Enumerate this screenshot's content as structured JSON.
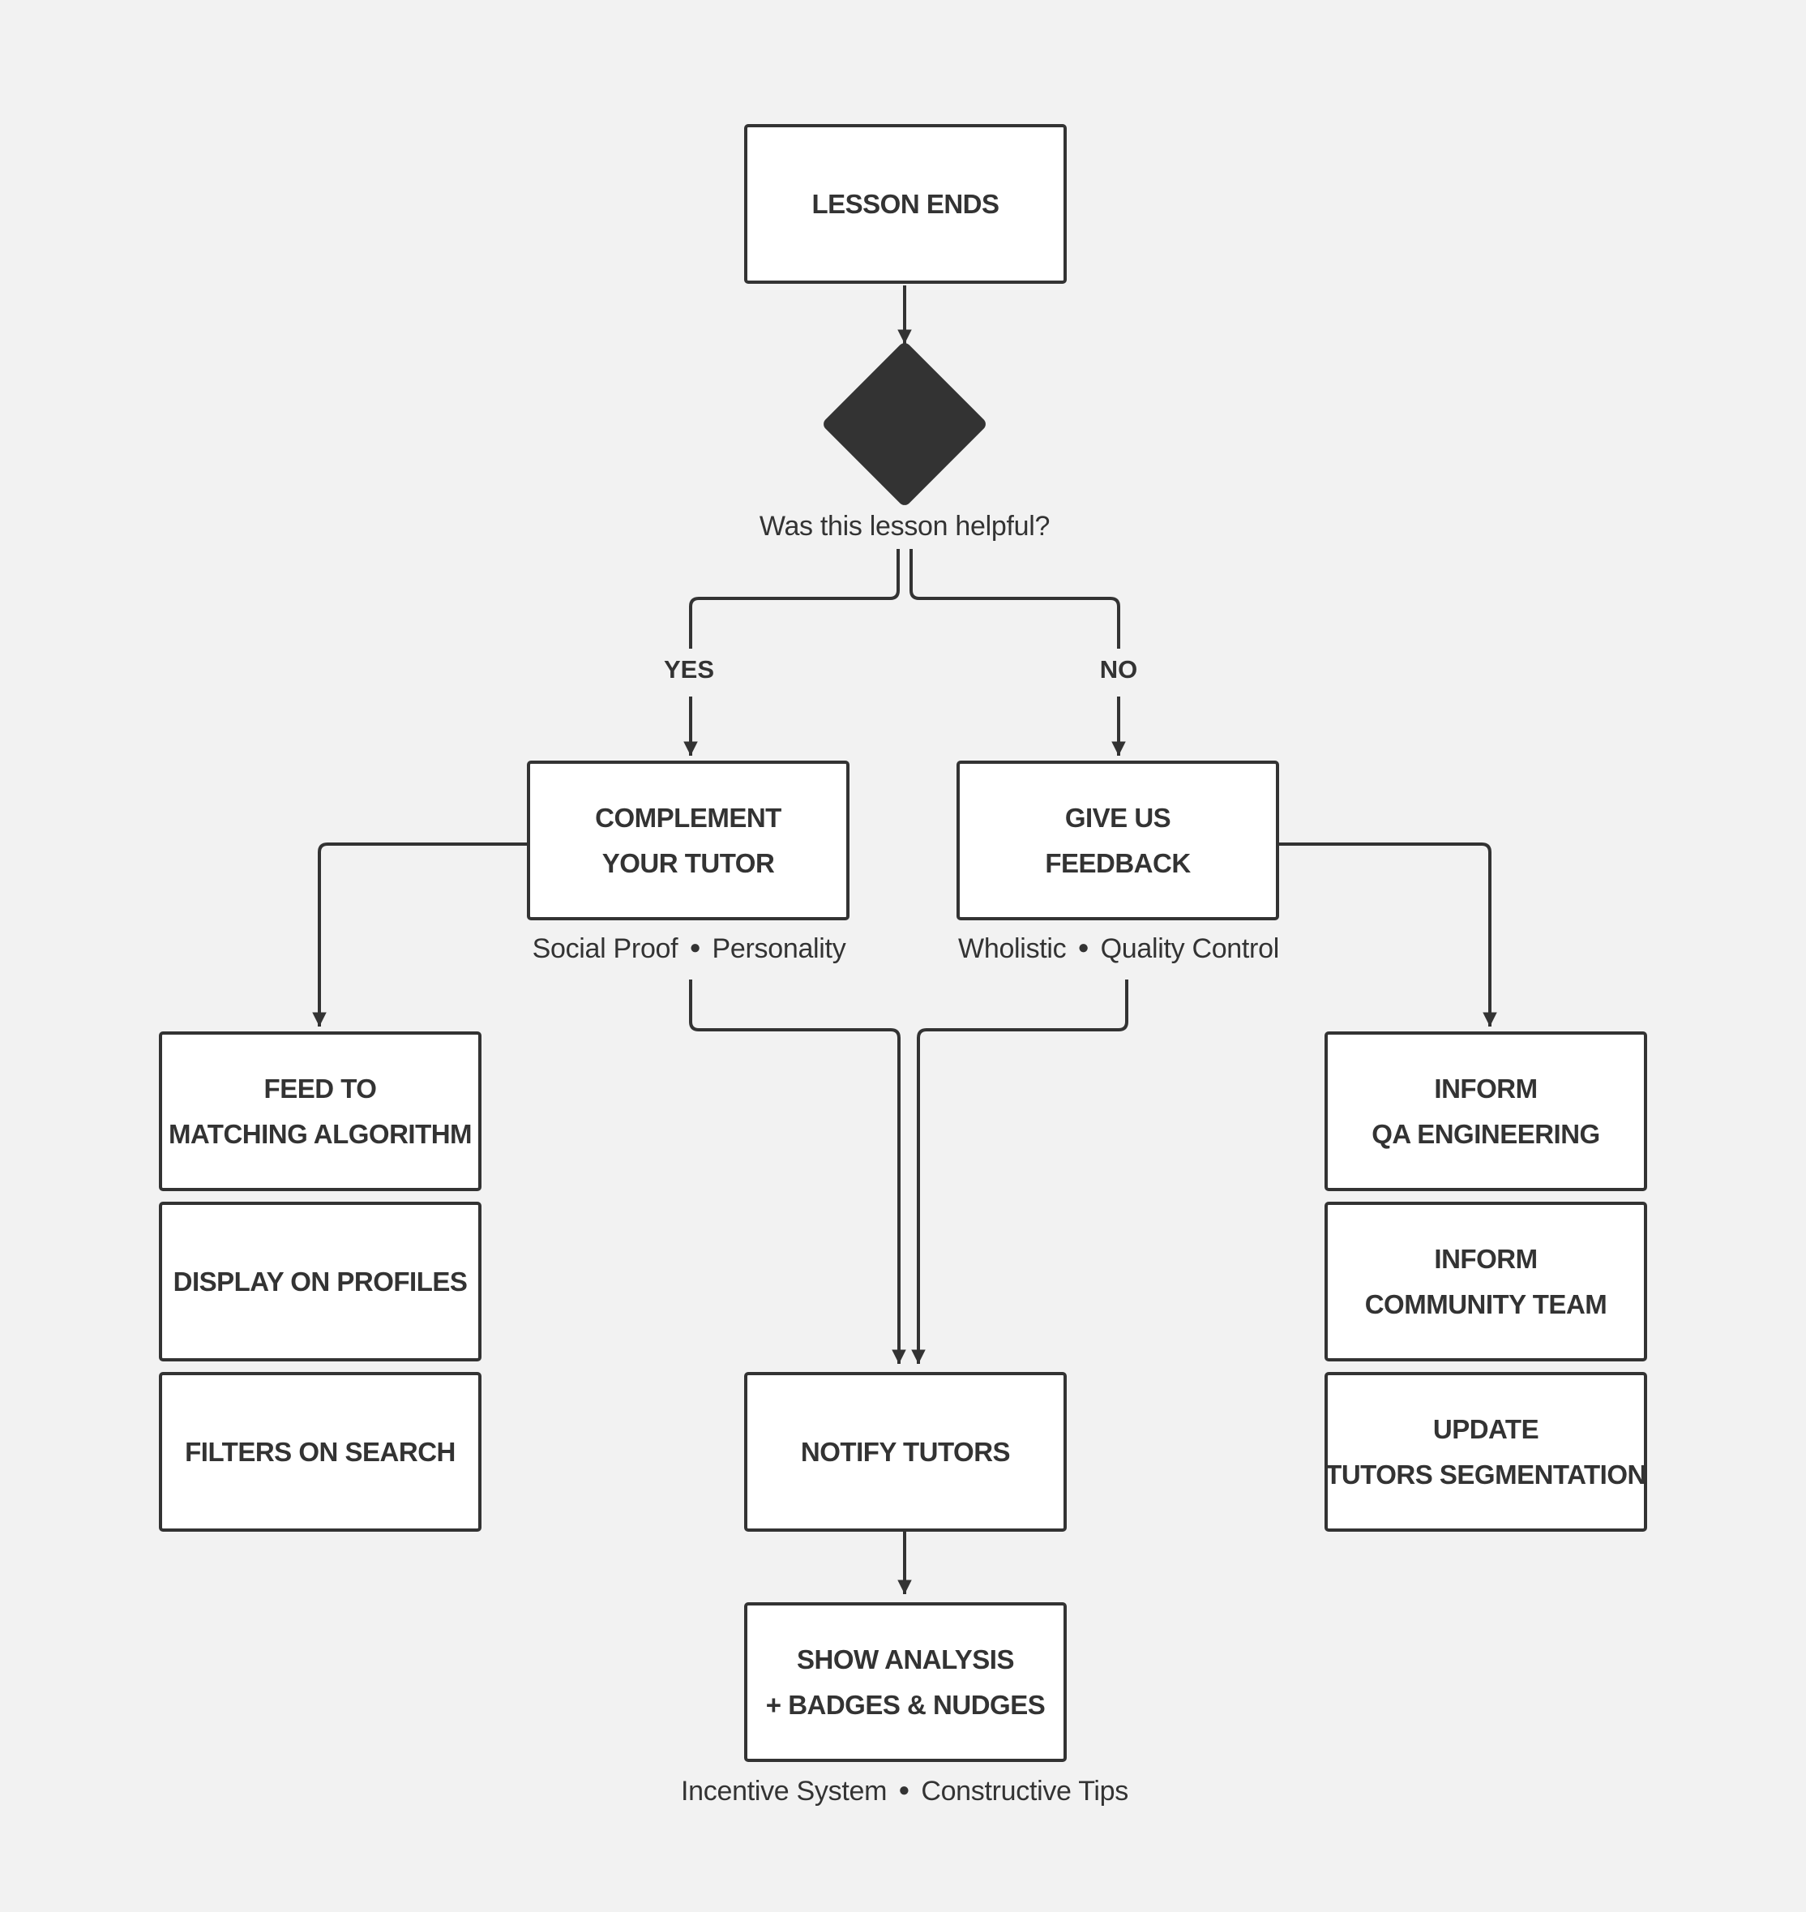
{
  "colors": {
    "background": "#f2f2f2",
    "ink": "#333333",
    "box_fill": "#ffffff"
  },
  "nodes": {
    "lesson_ends": [
      "LESSON ENDS"
    ],
    "complement": [
      "COMPLEMENT",
      "YOUR TUTOR"
    ],
    "feedback": [
      "GIVE US",
      "FEEDBACK"
    ],
    "feed_matching": [
      "FEED TO",
      "MATCHING ALGORITHM"
    ],
    "display_profiles": [
      "DISPLAY ON PROFILES"
    ],
    "filters_search": [
      "FILTERS ON SEARCH"
    ],
    "notify_tutors": [
      "NOTIFY TUTORS"
    ],
    "show_analysis": [
      "SHOW ANALYSIS",
      "+ BADGES & NUDGES"
    ],
    "inform_qa": [
      "INFORM",
      "QA ENGINEERING"
    ],
    "inform_community": [
      "INFORM",
      "COMMUNITY TEAM"
    ],
    "update_segmentation": [
      "UPDATE",
      "TUTORS SEGMENTATION"
    ]
  },
  "decision": {
    "question": "Was this lesson helpful?",
    "yes": "YES",
    "no": "NO"
  },
  "notes": {
    "complement": [
      "Social Proof",
      "Personality"
    ],
    "feedback": [
      "Wholistic",
      "Quality Control"
    ],
    "show_analysis": [
      "Incentive System",
      "Constructive Tips"
    ]
  }
}
